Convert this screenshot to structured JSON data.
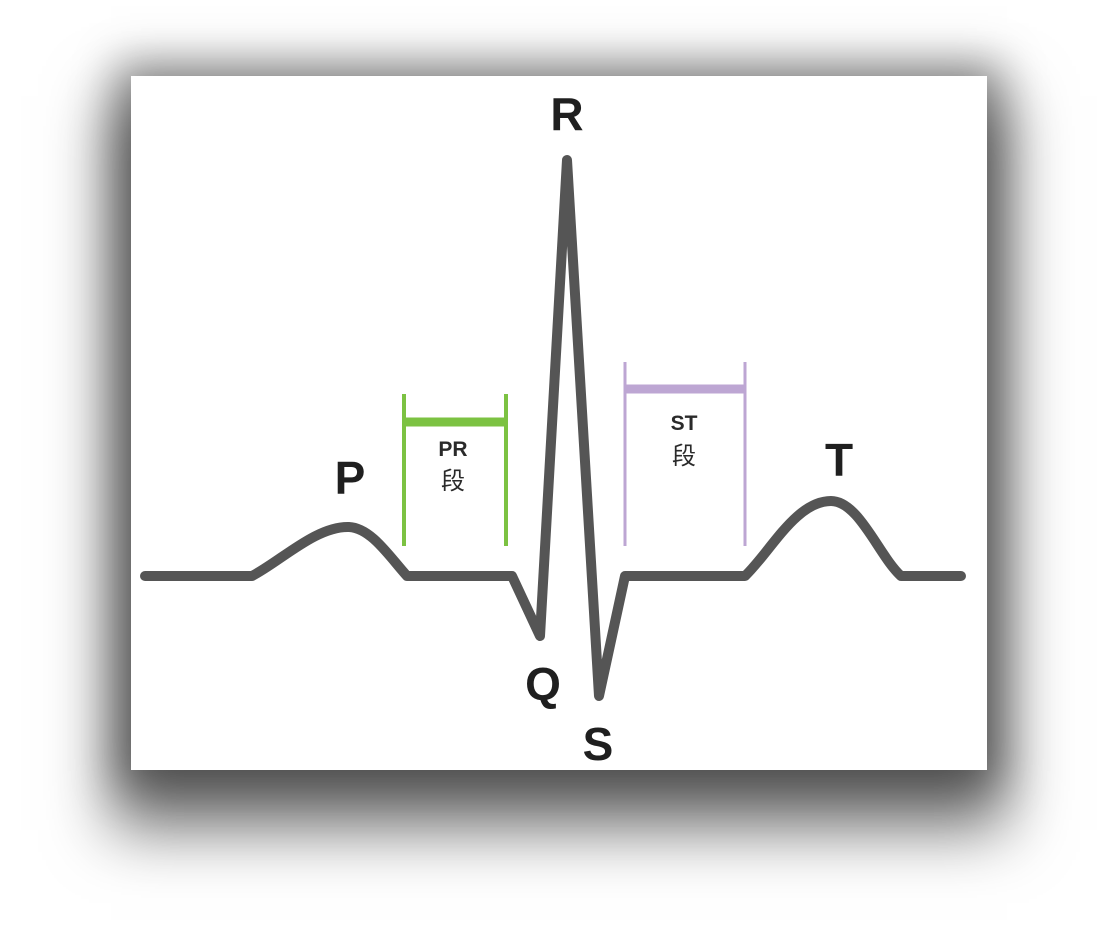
{
  "diagram": {
    "waves": {
      "p": "P",
      "q": "Q",
      "r": "R",
      "s": "S",
      "t": "T"
    },
    "segments": {
      "pr": {
        "name": "PR",
        "word": "段",
        "color": "#7cc242"
      },
      "st": {
        "name": "ST",
        "word": "段",
        "color": "#bda6d3"
      }
    },
    "trace_color": "#555555"
  }
}
